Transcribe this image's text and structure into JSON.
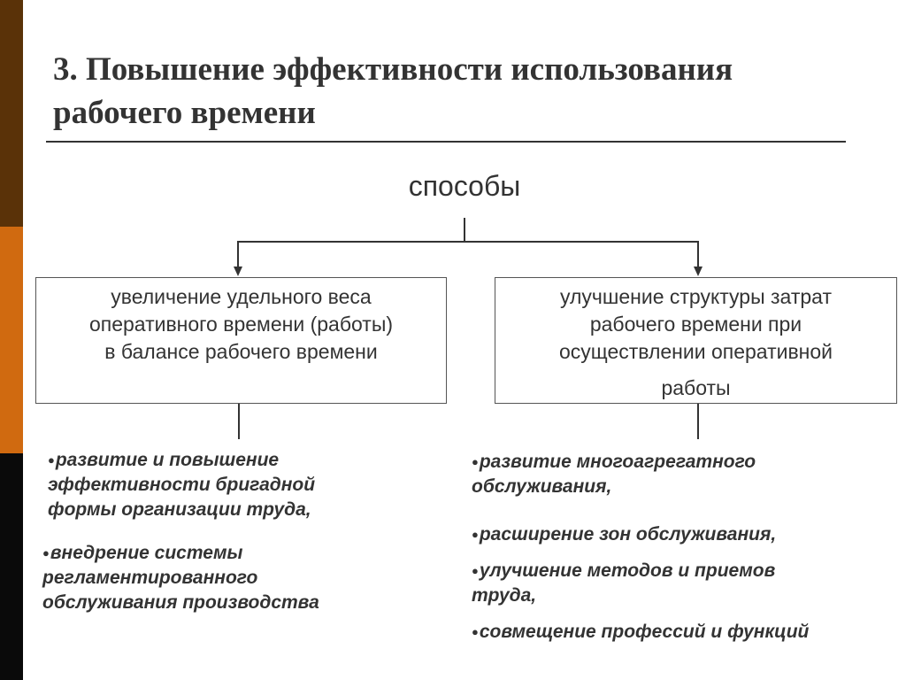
{
  "title": {
    "line1": "3. Повышение эффективности использования",
    "line2": "рабочего времени"
  },
  "diagram": {
    "root": "способы",
    "left_box": {
      "lines": [
        "увеличение удельного веса",
        "оперативного времени (работы)",
        "в балансе рабочего времени"
      ]
    },
    "right_box": {
      "lines": [
        "улучшение структуры затрат",
        "рабочего времени при",
        "осуществлении оперативной",
        "работы"
      ]
    },
    "left_items": [
      {
        "lines": [
          "развитие и повышение",
          "эффективности бригадной",
          "формы организации труда,"
        ]
      },
      {
        "lines": [
          "внедрение системы",
          "регламентированного",
          "обслуживания производства"
        ]
      }
    ],
    "right_items": [
      {
        "lines": [
          "развитие многоагрегатного",
          "обслуживания,"
        ]
      },
      {
        "lines": [
          "расширение зон обслуживания,"
        ]
      },
      {
        "lines": [
          "улучшение методов и приемов",
          "труда,"
        ]
      },
      {
        "lines": [
          "совмещение профессий и функций"
        ]
      }
    ]
  },
  "colors": {
    "sidebar_top": "#5a3208",
    "sidebar_mid": "#d06a10",
    "sidebar_bottom": "#0a0a0a",
    "text": "#333333"
  }
}
